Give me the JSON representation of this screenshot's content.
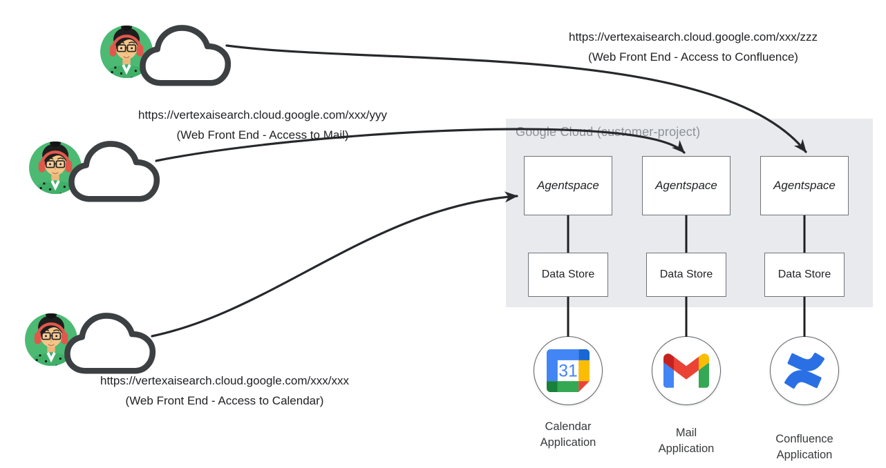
{
  "flows": [
    {
      "url": "https://vertexaisearch.cloud.google.com/xxx/zzz",
      "caption": "(Web Front End - Access to Confluence)"
    },
    {
      "url": "https://vertexaisearch.cloud.google.com/xxx/yyy",
      "caption": "(Web Front End - Access to Mail)"
    },
    {
      "url": "https://vertexaisearch.cloud.google.com/xxx/xxx",
      "caption": "(Web Front End - Access to Calendar)"
    }
  ],
  "container": {
    "label": "Google Cloud (customer-project)"
  },
  "columns": [
    {
      "agent": "Agentspace",
      "datastore": "Data Store",
      "app": "Calendar\nApplication",
      "icon": "google-calendar-icon"
    },
    {
      "agent": "Agentspace",
      "datastore": "Data Store",
      "app": "Mail\nApplication",
      "icon": "gmail-icon"
    },
    {
      "agent": "Agentspace",
      "datastore": "Data Store",
      "app": "Confluence\nApplication",
      "icon": "confluence-icon"
    }
  ],
  "icons": {
    "calendar_day": "31"
  },
  "colors": {
    "container_bg": "#e8eaed",
    "container_label": "#8d9297",
    "arrow": "#26282b",
    "box_border": "#6e7276",
    "google_blue": "#4285f4",
    "google_red": "#ea4335",
    "google_yellow": "#fbbc04",
    "google_green": "#34a853",
    "confluence_blue": "#2b6fe4",
    "avatar_green": "#4cba73",
    "cloud_outline": "#3c4043"
  }
}
